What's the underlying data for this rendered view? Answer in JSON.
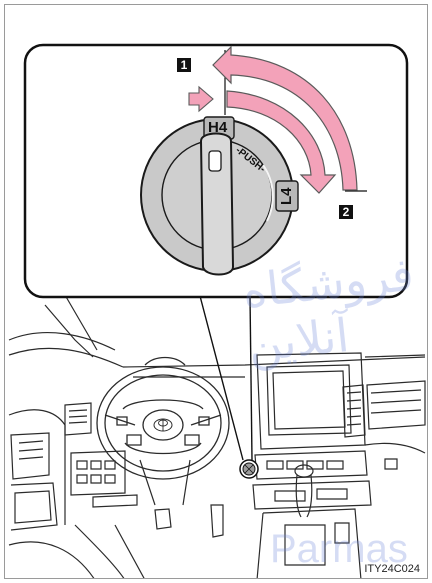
{
  "callouts": [
    {
      "number": "1"
    },
    {
      "number": "2"
    }
  ],
  "dial": {
    "position_high": "H4",
    "push_text": "-PUSH-",
    "position_low": "L4"
  },
  "figure_code": "ITY24C024",
  "watermarks": {
    "arabic": "فروشگاه آنلاین",
    "latin": "Parmas"
  },
  "colors": {
    "arrow_fill": "#f3a2b9",
    "arrow_stroke": "#5b5b5b",
    "dial_face": "#c9c9c9",
    "knob_fill": "#d9d9d9",
    "watermark": "#6d86d8"
  },
  "icons": [
    "callout-leader-line",
    "rotation-arrow",
    "push-arrow",
    "steering-wheel",
    "toyota-logo"
  ]
}
